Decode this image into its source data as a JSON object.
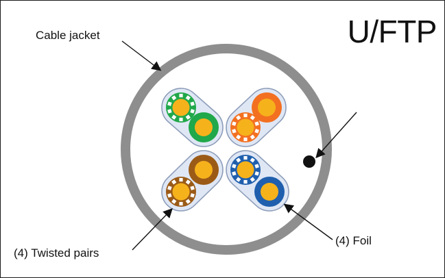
{
  "title": "U/FTP",
  "labels": {
    "cable_jacket": "Cable jacket",
    "twisted_pairs": "(4) Twisted pairs",
    "foil": "(4) Foil"
  },
  "colors": {
    "jacket": "#8e8e8e",
    "foil": "#dfe7f5",
    "foil_outline": "#8d9db9",
    "orange_core": "#f6b21b",
    "green": "#20a84a",
    "orange": "#f37021",
    "brown": "#9b5b17",
    "blue": "#1f5fad",
    "drain_wire": "#111111",
    "pointer": "#111111"
  },
  "pairs": [
    {
      "name": "green-pair",
      "color": "green"
    },
    {
      "name": "orange-pair",
      "color": "orange"
    },
    {
      "name": "brown-pair",
      "color": "brown"
    },
    {
      "name": "blue-pair",
      "color": "blue"
    }
  ]
}
